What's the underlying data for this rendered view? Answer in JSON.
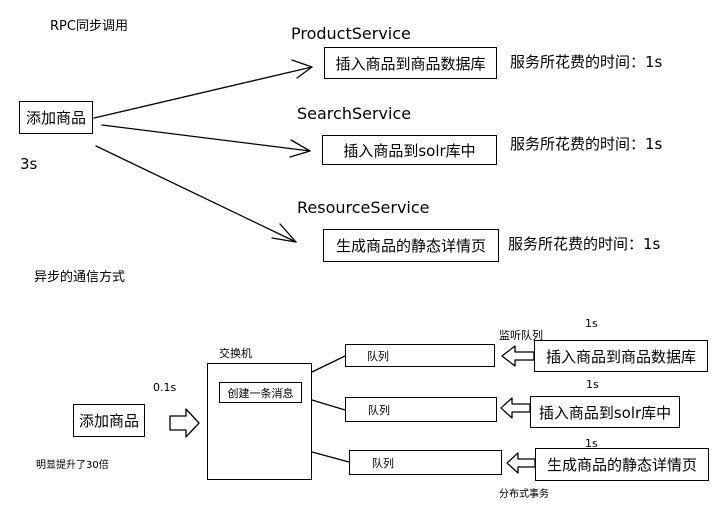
{
  "sync": {
    "title": "RPC同步调用",
    "source": "添加商品",
    "time": "3s",
    "services": [
      {
        "name": "ProductService",
        "action": "插入商品到商品数据库",
        "cost": "服务所花费的时间：1s"
      },
      {
        "name": "SearchService",
        "action": "插入商品到solr库中",
        "cost": "服务所花费的时间：1s"
      },
      {
        "name": "ResourceService",
        "action": "生成商品的静态详情页",
        "cost": "服务所花费的时间：1s"
      }
    ]
  },
  "async": {
    "title": "异步的通信方式",
    "source": "添加商品",
    "time": "0.1s",
    "note": "明显提升了30倍",
    "exchange_label": "交换机",
    "exchange_inner": "创建一条消息",
    "listen_label": "监听队列",
    "distributed_label": "分布式事务",
    "queues": [
      {
        "label": "队列",
        "time": "1s",
        "consumer": "插入商品到商品数据库"
      },
      {
        "label": "队列",
        "time": "1s",
        "consumer": "插入商品到solr库中"
      },
      {
        "label": "队列",
        "time": "1s",
        "consumer": "生成商品的静态详情页"
      }
    ]
  }
}
